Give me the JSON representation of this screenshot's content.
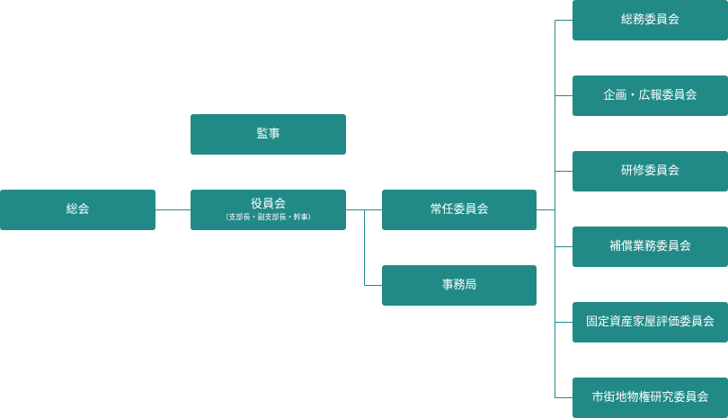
{
  "chart": {
    "root": {
      "label": "総会"
    },
    "auditor": {
      "label": "監事"
    },
    "officers": {
      "label": "役員会",
      "sublabel": "（支部長・副支部長・幹事）"
    },
    "standing_committee": {
      "label": "常任委員会"
    },
    "secretariat": {
      "label": "事務局"
    },
    "committees": [
      {
        "label": "総務委員会"
      },
      {
        "label": "企画・広報委員会"
      },
      {
        "label": "研修委員会"
      },
      {
        "label": "補償業務委員会"
      },
      {
        "label": "固定資産家屋評価委員会"
      },
      {
        "label": "市街地物権研究委員会"
      }
    ]
  },
  "colors": {
    "box_fill": "#218a87",
    "box_text": "#ffffff",
    "connector": "#218a87",
    "background": "#ffffff"
  }
}
